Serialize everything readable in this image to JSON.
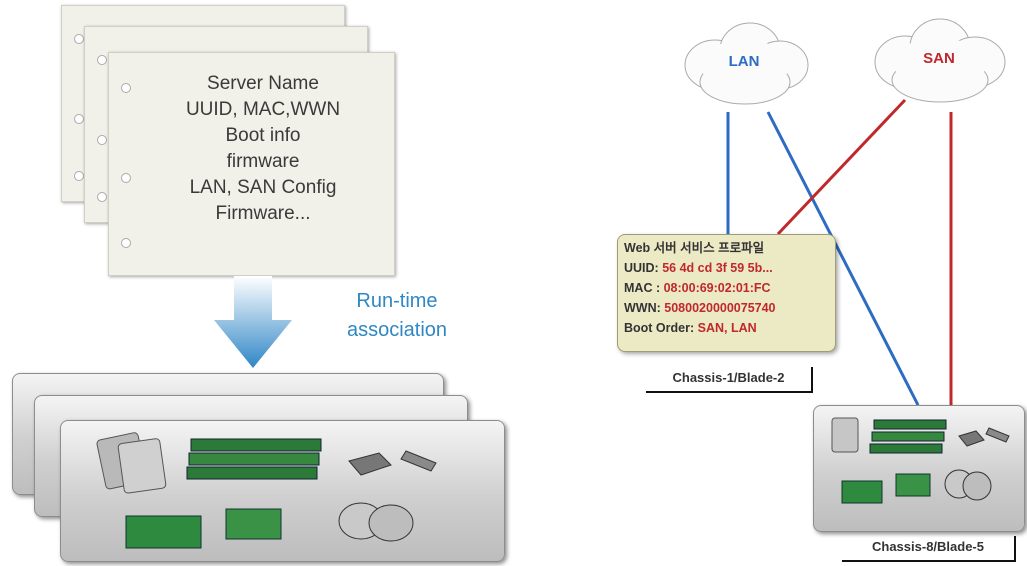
{
  "profile": {
    "lines": [
      "Server Name",
      "UUID, MAC,WWN",
      "Boot info",
      "firmware",
      "LAN, SAN Config",
      "Firmware..."
    ]
  },
  "association_label": [
    "Run-time",
    "association"
  ],
  "networks": {
    "lan": {
      "label": "LAN",
      "color": "#2e6cc3"
    },
    "san": {
      "label": "SAN",
      "color": "#c0282c"
    }
  },
  "service_profile": {
    "title": "Web 서버 서비스 프로파일",
    "uuid_label": "UUID:",
    "uuid_value": "56 4d cd 3f 59 5b...",
    "mac_label": "MAC :",
    "mac_value": "08:00:69:02:01:FC",
    "wwn_label": "WWN:",
    "wwn_value": "5080020000075740",
    "boot_label": "Boot Order:",
    "boot_value": "SAN, LAN"
  },
  "chassis": {
    "first": "Chassis-1/Blade-2",
    "second": "Chassis-8/Blade-5"
  }
}
